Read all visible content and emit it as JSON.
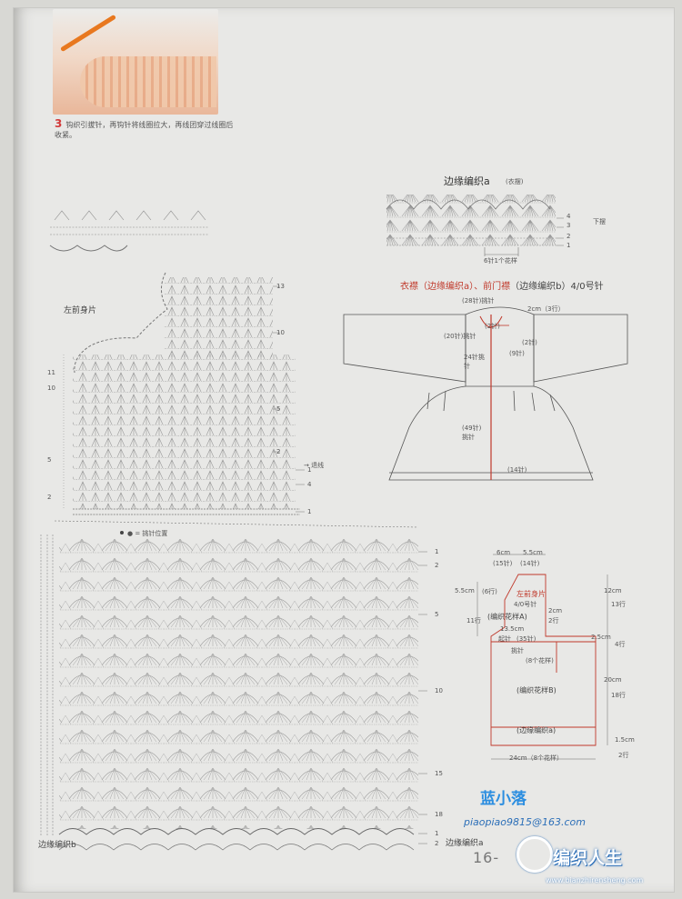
{
  "step": {
    "number": "3",
    "text": "钩织引拔针，再钩针将线圈拉大，再线团穿过线圈后收紧。"
  },
  "edge_a": {
    "title": "边缘编织a",
    "title_note": "(衣摆)",
    "rows_right": [
      "4",
      "3",
      "2",
      "1"
    ],
    "hem_note": "下摆",
    "repeat_note": "6针1个花样"
  },
  "front_band": {
    "title_red_1": "衣襟（边缘编织a）、",
    "title_red_2": "前门襟",
    "title_rest": "（边缘编织b）4/0号针",
    "neck_stitches": "(28针)挑针",
    "neck_cm": "2cm（3行）",
    "center_2": "(2针)",
    "left_20": "(20针)挑针",
    "right_2": "(2针)",
    "right_9": "(9针)",
    "mid_24": "24针挑针",
    "body_49": "(49针)挑针",
    "hem_14": "(14针)"
  },
  "left_piece_label": "左前身片",
  "row_marks_right": [
    "13",
    "10",
    "5",
    "2",
    "1",
    "4",
    "1"
  ],
  "row_marks_left": [
    "11",
    "10",
    "5",
    "2"
  ],
  "tie_note": "→ 退线",
  "pickup_note": "● = 挑针位置",
  "skirt_rows": [
    "1",
    "2",
    "5",
    "10",
    "15",
    "18",
    "1",
    "2"
  ],
  "skirt_edge_b": "边缘编织b",
  "skirt_edge_a": "边缘编织a",
  "schematic": {
    "top_w1": "6cm",
    "top_w2": "5.5cm",
    "top_s1": "(15针)",
    "top_s2": "(14针)",
    "left_h": "5.5cm",
    "left_r": "(6行)",
    "left_11": "11行",
    "piece_title": "左前身片",
    "needle": "4/0号针",
    "pattern_a": "(编织花样A)",
    "cm2": "2cm",
    "r2": "2行",
    "w135": "13.5cm",
    "st35": "(35针)",
    "st35_note": "起针",
    "pickup": "挑针",
    "repeat8": "(8个花样)",
    "pattern_b": "(编织花样B)",
    "edge_a": "(边缘编织a)",
    "bottom": "24cm（8个花样）",
    "right_12": "12cm",
    "right_13": "13行",
    "right_25": "2.5cm",
    "right_4": "4行",
    "right_20": "20cm",
    "right_18": "18行",
    "right_15": "1.5cm",
    "right_2": "2行"
  },
  "page_number": "16-",
  "watermark": {
    "cn": "蓝小落",
    "email": "piaopiao9815@163.com",
    "brand": "编织人生",
    "site": "www.bianzhirensheng.com"
  }
}
